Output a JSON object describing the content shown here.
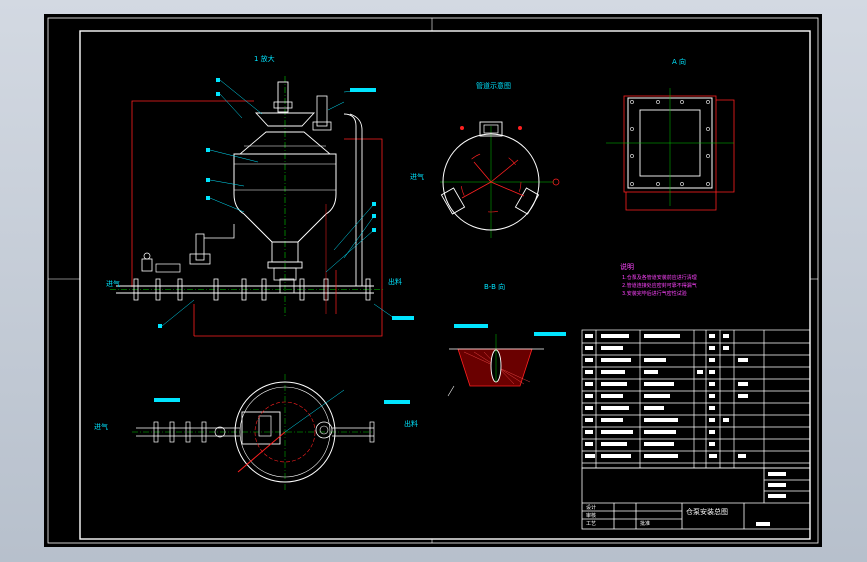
{
  "colors": {
    "background": "#000000",
    "frame": "#ffffff",
    "vessel": "#ffffff",
    "centerline": "#00c800",
    "dimension": "#ff2020",
    "annotation": "#00e5ff",
    "note": "#ff44ff",
    "table": "#ffffff",
    "window_bg": "#c5cdd8"
  },
  "views": {
    "side_label": "1 放大",
    "top_right_label": "A 向",
    "mid_label": "管道示意图",
    "section_label": "B-B 向"
  },
  "inlet_labels": {
    "left": "进气",
    "right": "出料",
    "bottom_left": "进气",
    "bottom_right": "出料"
  },
  "note": {
    "title": "说明",
    "lines": [
      "1.仓泵及各管道安装前应进行清理",
      "2.管道连接处应密封可靠不得漏气",
      "3.安装完毕后进行气密性试验"
    ]
  },
  "title_block": {
    "drawing_name": "仓泵安装总图",
    "rows": [
      "设计",
      "审核",
      "工艺",
      "批准"
    ]
  }
}
